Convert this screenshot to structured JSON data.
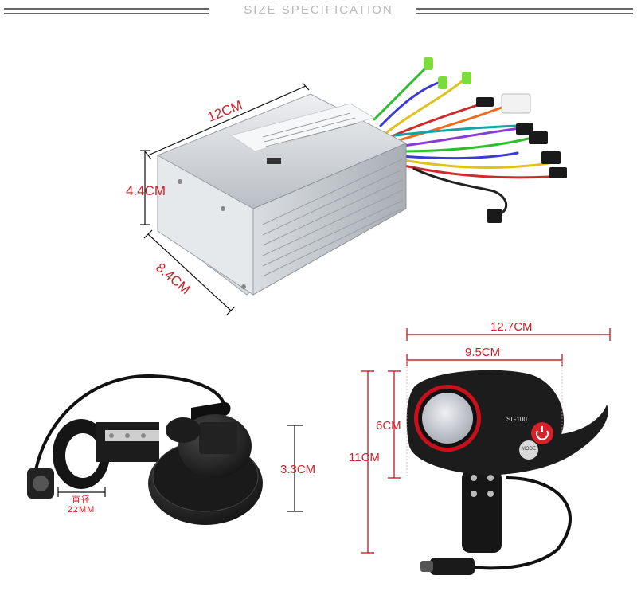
{
  "header": {
    "title": "SIZE SPECIFICATION"
  },
  "controller": {
    "length": "12CM",
    "height": "4.4CM",
    "width": "8.4CM"
  },
  "throttle": {
    "diameter_label": "直径",
    "diameter_value": "22MM",
    "height": "3.3CM"
  },
  "display": {
    "total_width": "12.7CM",
    "screen_width": "9.5CM",
    "screen_height": "6CM",
    "total_height": "11CM",
    "model_text": "SL-100",
    "mode_button_text": "MODE"
  },
  "colors": {
    "dimension": "#d0202a",
    "header_text": "#b9b9b9",
    "header_rule": "#666666"
  }
}
